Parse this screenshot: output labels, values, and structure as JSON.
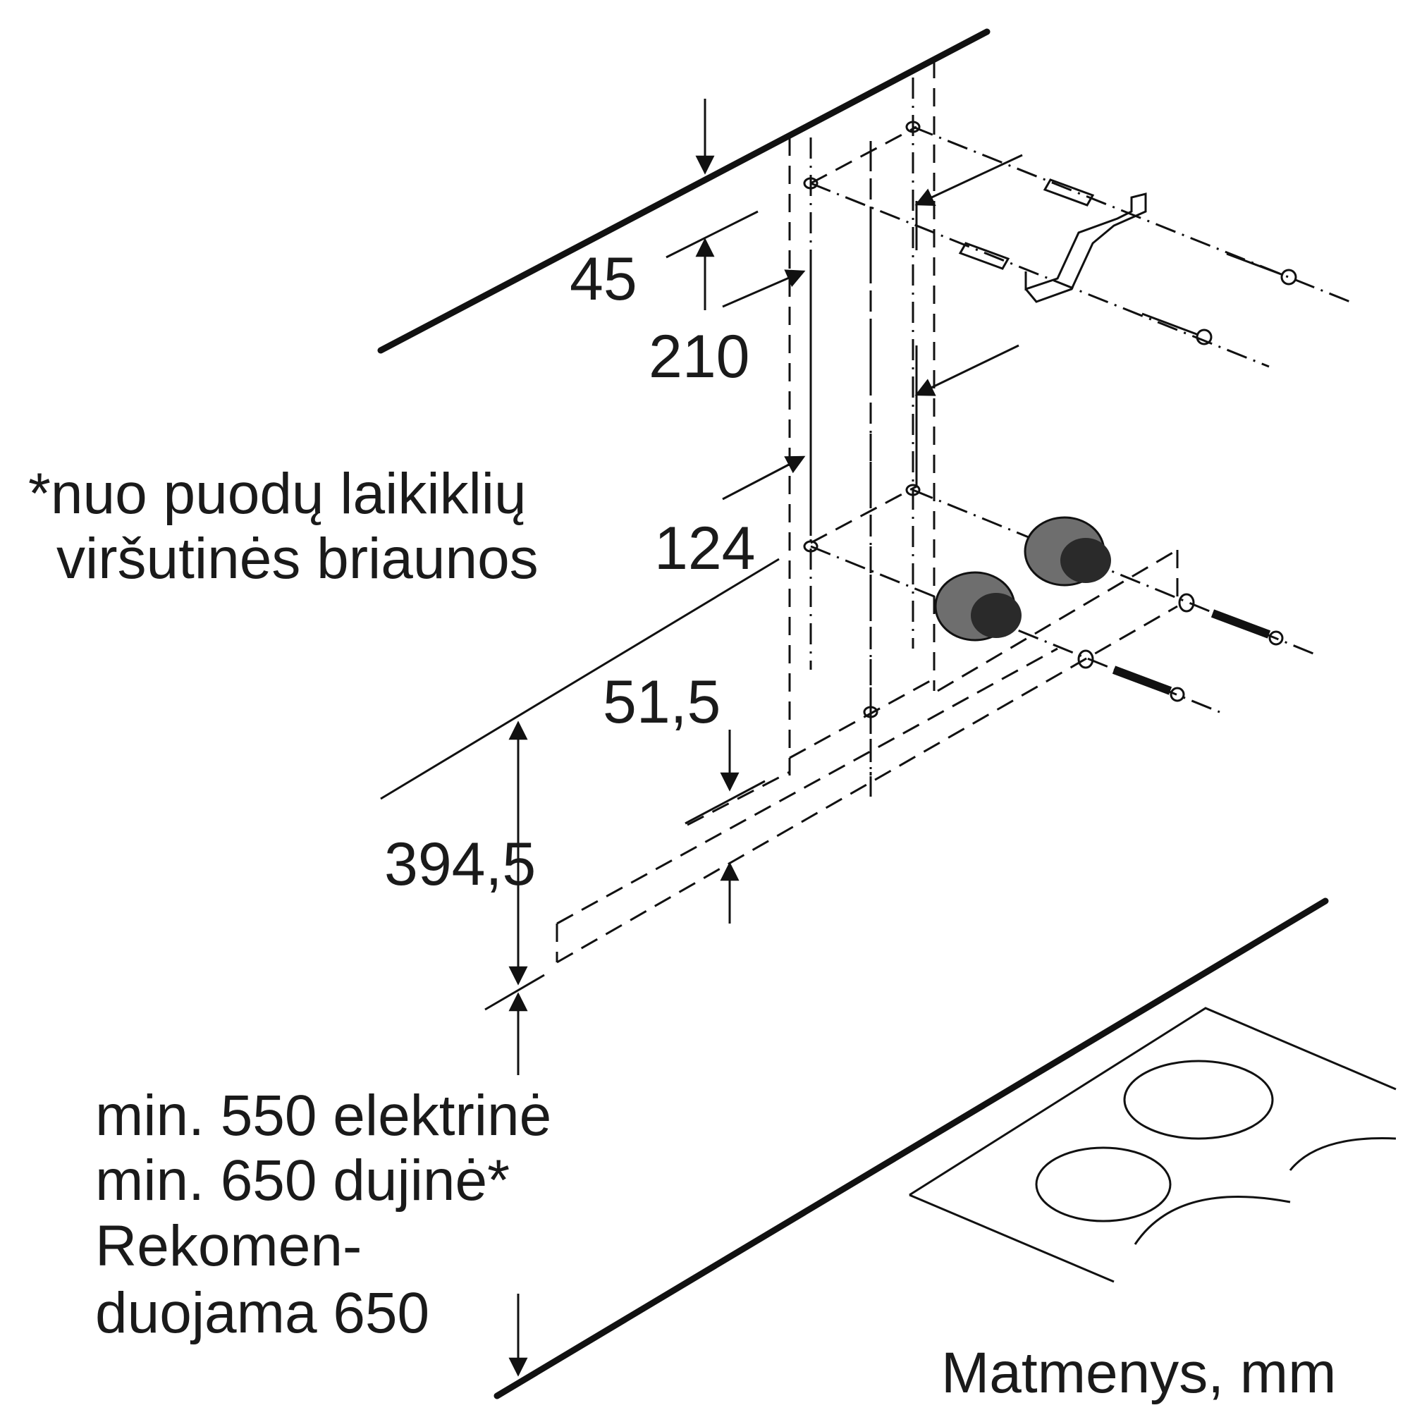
{
  "dimensions": {
    "d45": "45",
    "d210": "210",
    "d124": "124",
    "d51_5": "51,5",
    "d394_5": "394,5"
  },
  "notes": {
    "footnote_line1": "*nuo puodų laikiklių",
    "footnote_line2": "viršutinės briaunos",
    "height_line1": "min. 550 elektrinė",
    "height_line2": "min. 650 dujinė*",
    "height_line3": "Rekomen-",
    "height_line4": "duojama 650"
  },
  "units_caption": "Matmenys, mm"
}
